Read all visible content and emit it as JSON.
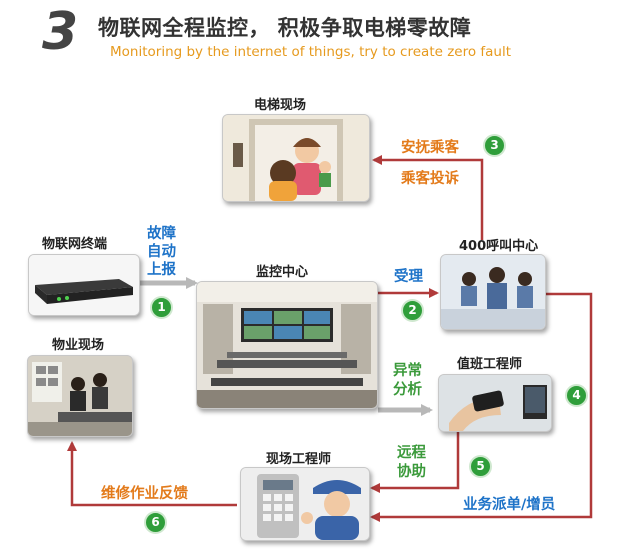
{
  "header": {
    "step_number": "3",
    "title": "物联网全程监控， 积极争取电梯零故障",
    "subtitle": "Monitoring by the internet of things, try to create zero fault"
  },
  "nodes": {
    "elevator_site": "电梯现场",
    "iot_terminal": "物联网终端",
    "monitoring_center": "监控中心",
    "call_center": "400呼叫中心",
    "property_site": "物业现场",
    "duty_engineer": "值班工程师",
    "field_engineer": "现场工程师"
  },
  "flows": {
    "f1": {
      "num": "1",
      "text": [
        "故障",
        "自动",
        "上报"
      ]
    },
    "f2": {
      "num": "2",
      "text": "受理"
    },
    "f3": {
      "num": "3",
      "text": "安抚乘客"
    },
    "f3b": {
      "text": "乘客投诉"
    },
    "f4": {
      "num": "4",
      "text": "业务派单/增员"
    },
    "f5": {
      "num": "5",
      "text": [
        "远程",
        "协助"
      ]
    },
    "f6": {
      "num": "6",
      "text": "维修作业反馈"
    },
    "f_analysis": {
      "text": [
        "异常",
        "分析"
      ]
    }
  },
  "colors": {
    "arrow_red": "#b03a3a",
    "arrow_grey": "#b8b8b8",
    "badge_green": "#2f9e3a",
    "label_blue": "#1e73c8",
    "label_orange": "#e37b1b",
    "label_green": "#3b9a3b"
  }
}
